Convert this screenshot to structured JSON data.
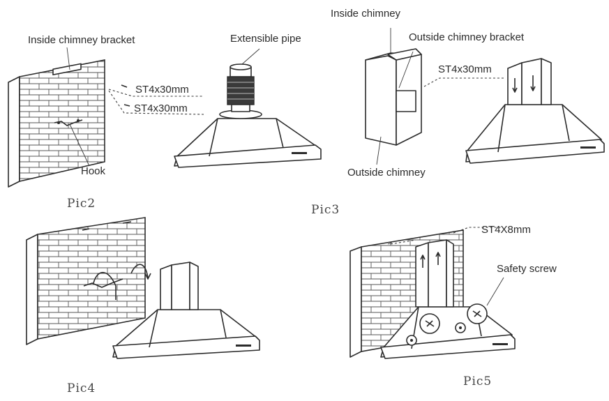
{
  "labels": {
    "inside_chimney_bracket": "Inside chimney bracket",
    "extensible_pipe": "Extensible pipe",
    "screw_a": "ST4x30mm",
    "screw_b": "ST4x30mm",
    "hook": "Hook",
    "inside_chimney": "Inside chimney",
    "outside_chimney_bracket": "Outside chimney bracket",
    "screw_c": "ST4x30mm",
    "outside_chimney": "Outside chimney",
    "screw_d": "ST4X8mm",
    "safety_screw": "Safety screw"
  },
  "captions": {
    "pic2": "Pic2",
    "pic3": "Pic3",
    "pic4": "Pic4",
    "pic5": "Pic5"
  }
}
